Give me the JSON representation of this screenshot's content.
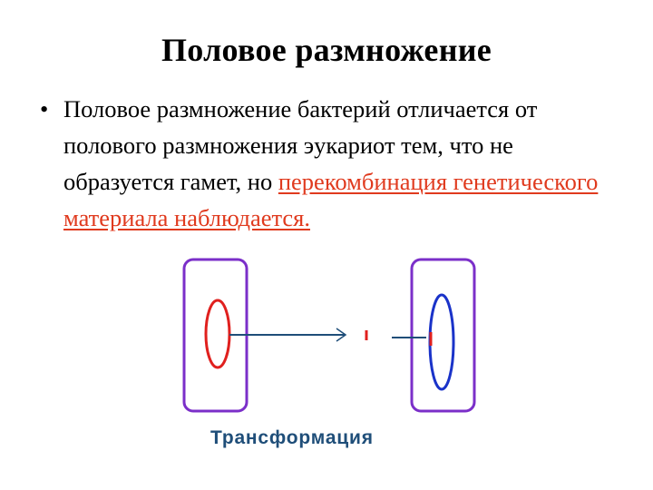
{
  "slide": {
    "title": "Половое размножение",
    "bullet_symbol": "•",
    "text_before": "Половое размножение бактерий отличается от полового размножения эукариот тем, что не образуется гамет, но ",
    "text_highlight": "перекомбинация генетического материала наблюдается.",
    "highlight_color": "#e03a1e"
  },
  "diagram": {
    "caption": "Трансформация",
    "cell_color": "#7b2fc9",
    "donor_dna_color": "#e0201e",
    "recipient_dna_color": "#1a33c9",
    "arrow_color": "#1f4e79"
  }
}
